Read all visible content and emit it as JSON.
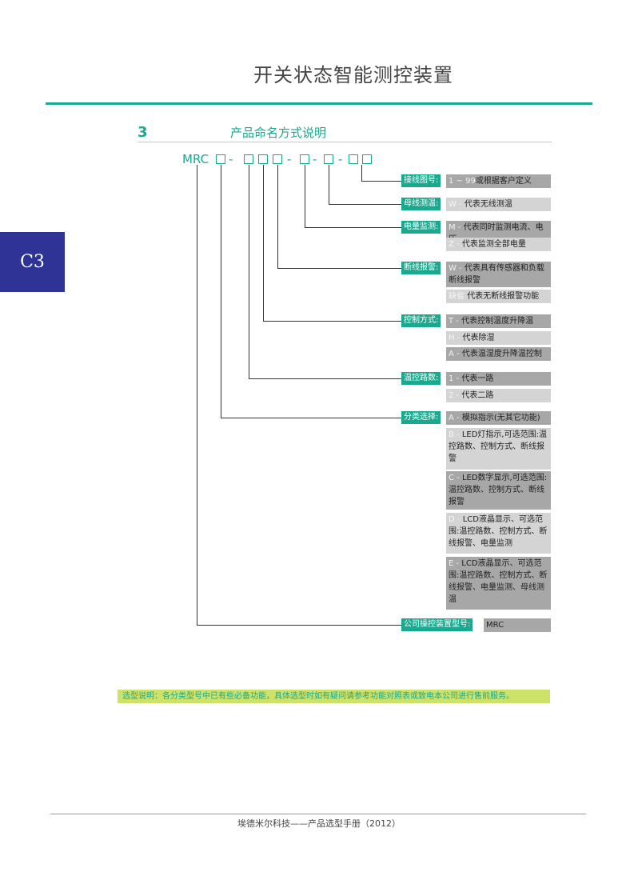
{
  "header": {
    "title": "开关状态智能测控装置"
  },
  "side_tab": {
    "label": "C3"
  },
  "section": {
    "number": "3",
    "title": "产品命名方式说明"
  },
  "code": {
    "prefix": "MRC",
    "dash": "-"
  },
  "fields": [
    {
      "label": "接线图号:",
      "options": [
        {
          "code": "1 ~ 99",
          "text": "或根据客户定义"
        }
      ]
    },
    {
      "label": "母线测温:",
      "options": [
        {
          "code": "W -",
          "text": "代表无线测温"
        }
      ]
    },
    {
      "label": "电量监测:",
      "options": [
        {
          "code": "M -",
          "text": "代表同时监测电流、电压"
        },
        {
          "code": "Z -",
          "text": "代表监测全部电量"
        }
      ]
    },
    {
      "label": "断线报警:",
      "options": [
        {
          "code": "W -",
          "text": "代表具有传感器和负载断线报警"
        },
        {
          "code": "缺省",
          "text": "代表无断线报警功能"
        }
      ]
    },
    {
      "label": "控制方式:",
      "options": [
        {
          "code": "T -",
          "text": "代表控制温度升降温"
        },
        {
          "code": "H -",
          "text": "代表除湿"
        },
        {
          "code": "A -",
          "text": "代表温湿度升降温控制"
        }
      ]
    },
    {
      "label": "温控路数:",
      "options": [
        {
          "code": "1 -",
          "text": "代表一路"
        },
        {
          "code": "2 -",
          "text": "代表二路"
        }
      ]
    },
    {
      "label": "分类选择:",
      "options": [
        {
          "code": "A -",
          "text": "模拟指示(无其它功能)"
        },
        {
          "code": "B -",
          "text": "LED灯指示,可选范围:温控路数、控制方式、断线报警"
        },
        {
          "code": "C -",
          "text": "LED数字显示,可选范围:温控路数、控制方式、断线报警"
        },
        {
          "code": "D -",
          "text": "LCD液晶显示、可选范围:温控路数、控制方式、断线报警、电量监测"
        },
        {
          "code": "E -",
          "text": "LCD液晶显示、可选范围:温控路数、控制方式、断线报警、电量监测、母线测温"
        }
      ]
    },
    {
      "label": "公司操控装置型号:",
      "options": [
        {
          "code": "",
          "text": "MRC"
        }
      ]
    }
  ],
  "note": "选型说明：各分类型号中已有些必备功能，具体选型时如有疑问请参考功能对照表或致电本公司进行售前服务。",
  "footer": "埃德米尔科技——产品选型手册（2012）",
  "colors": {
    "accent": "#1aa88e",
    "side_tab": "#2f3395",
    "note_bg": "#cde268",
    "option_dark": "#a7a7a7",
    "option_light": "#d4d4d4"
  }
}
